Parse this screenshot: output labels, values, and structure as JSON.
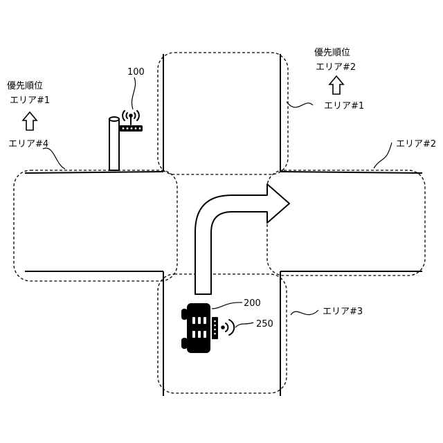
{
  "labels": {
    "area1_upper": "エリア#1",
    "area1_right": "エリア#1",
    "area2_priority": "エリア#2",
    "area2_right": "エリア#2",
    "area3": "エリア#3",
    "area4": "エリア#4"
  },
  "priority": {
    "left_title": "優先順位",
    "right_title": "優先順位"
  },
  "refs": {
    "roadside_unit": "100",
    "vehicle": "200",
    "vehicle_device": "250"
  }
}
